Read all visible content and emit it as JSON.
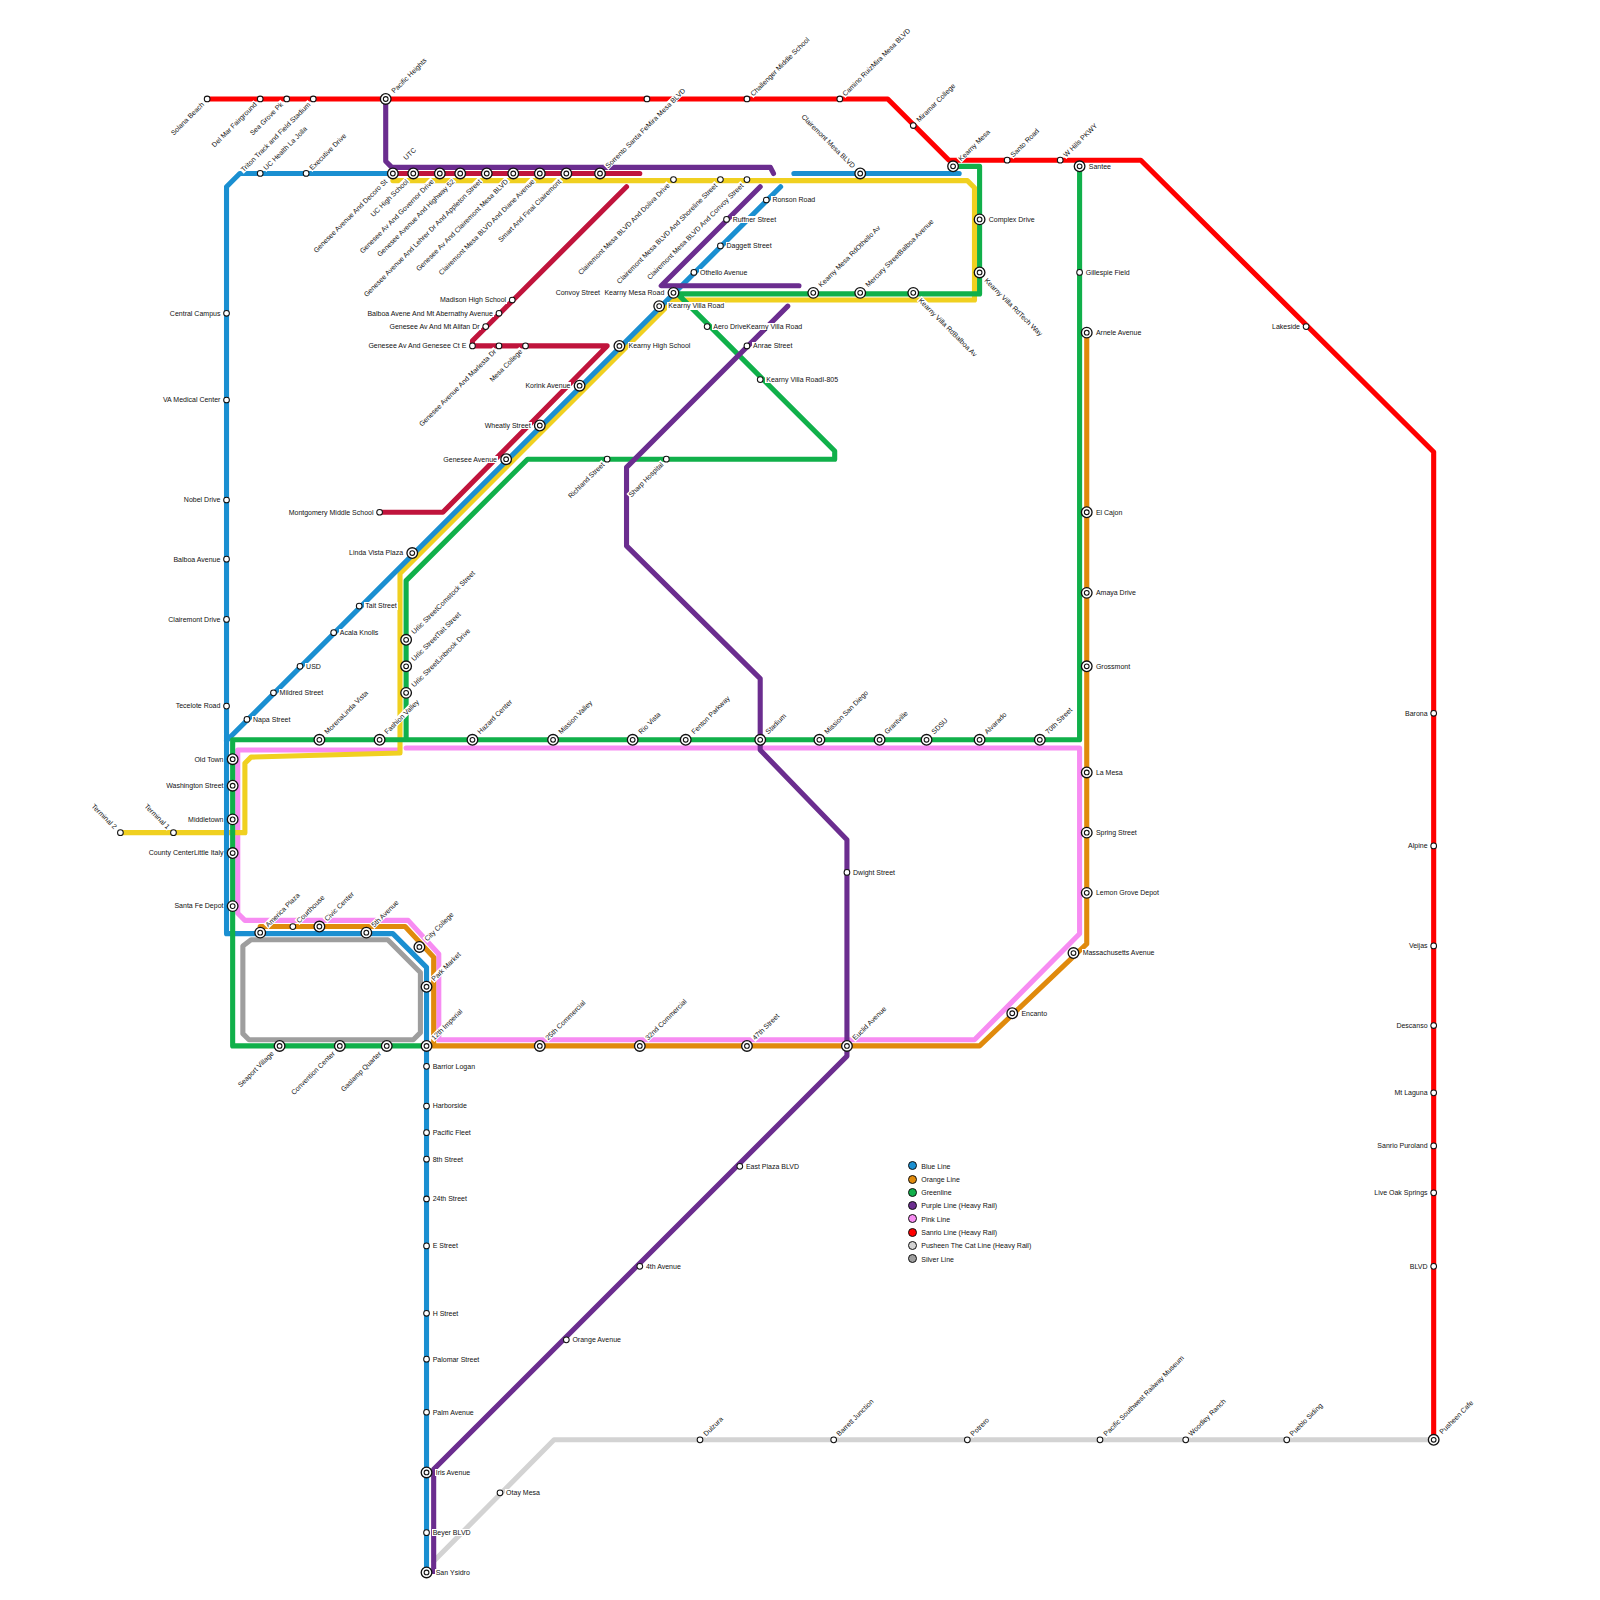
{
  "diagram": {
    "labels": [
      "Solana Beach",
      "Del Mar Fairground",
      "Sea Grove Pk",
      "Triton Track and Field Stadium",
      "Pacific Heights",
      "Challenger Middle School",
      "Camino RuizMira Mesa BLVD",
      "Miramar College",
      "Kearny Mesa",
      "Santo Road",
      "W Hills PKWY",
      "Santee",
      "Clairemont Mesa BLVD",
      "UC Health La Jolla",
      "Executive Drive",
      "UTC",
      "Genesee Avenue And Decoro St",
      "UC High School",
      "Genesee Av And Governor Drive",
      "Genesee Avenue And Highway 52",
      "Genesee Avenue And Lehrer Dr And Appleton Street",
      "Genesee Av And Clairemont Mesa BLVD",
      "Clairemont Mesa BLVD And Diane Avenue",
      "Smart And Final Clairemont",
      "Sorrento Santa FeMira Mesa BLVD",
      "Clairemont Mesa BLVD And Doliva Drive",
      "Clairemont Mesa BLVD And Shoreline Street",
      "Clairemont Mesa BLVD And Convoy Street",
      "Ronson Road",
      "Ruffner Street",
      "Complex Drive",
      "Daggett Street",
      "Othello Avenue",
      "Gillespie Field",
      "Kearny Villa RdTech Way",
      "Convoy Street",
      "Kearny Mesa Road",
      "Kearny Mesa RdOthello Av",
      "Mercury StreetBalboa Avenue",
      "Kearny Villa RdBalboa Av",
      "Madison High School",
      "Kearny Villa Road",
      "Balboa Avene And Mt Abernathy Avenue",
      "Central Campus",
      "Genesee Av And Mt Alifan Dr",
      "Aero DriveKearny Villa Road",
      "Lakeside",
      "Arnele Avenue",
      "Genesee Av And Genesee Ct E",
      "Genesee Avenue And Marlesta Dr",
      "Mesa College",
      "Kearny High School",
      "Anrae Street",
      "Kearny Villa RoadI-805",
      "Korink Avenue",
      "VA Medical Center",
      "Wheatly Street",
      "Genesee Avenue",
      "Richland Street",
      "Sharp Hospital",
      "Nobel Drive",
      "Montgomery Middle School",
      "El Cajon",
      "Linda Vista Plaza",
      "Balboa Avenue",
      "Amaya Drive",
      "Tait Street",
      "Clairemont Drive",
      "Acala Knolls",
      "Urlic StreetComstock Street",
      "Urlic StreetTait Street",
      "USD",
      "Grossmont",
      "Mildred Street",
      "Urlic StreetLinbrook Drive",
      "Tecelote Road",
      "Barona",
      "Napa Street",
      "MorenaLinda Vista",
      "Fashion Valley",
      "Hazard Center",
      "Mission Valley",
      "Rio Vista",
      "Fenton Parkway",
      "Stadium",
      "Mission San Diego",
      "Grantville",
      "SDSU",
      "Alvarado",
      "70th Street",
      "Old Town",
      "La Mesa",
      "Washington Street",
      "Middletown",
      "Terminal 2",
      "Terminal 1",
      "Spring Street",
      "Alpine",
      "County CenterLittle Italy",
      "Dwight Street",
      "Lemon Grove Depot",
      "Santa Fe Depot",
      "America Plaza",
      "Courthouse",
      "Civic Center",
      "5th Avenue",
      "Veijas",
      "City College",
      "Massachusetts Avenue",
      "Park Market",
      "Encanto",
      "Descanso",
      "Seaport Village",
      "Convention Center",
      "Gaslamp Quarter",
      "12th Imperial",
      "25th Commercial",
      "32nd Commercial",
      "47th Street",
      "Euclid Avenue",
      "Barrior Logan",
      "Mt Laguna",
      "Harborside",
      "Pacific Fleet",
      "Sanrio Puroland",
      "8th Street",
      "East Plaza BLVD",
      "Live Oak Springs",
      "24th Street",
      "E Street",
      "4th Avenue",
      "BLVD",
      "H Street",
      "Orange Avenue",
      "Palomar Street",
      "Palm Avenue",
      "Dulzura",
      "Barrett Junction",
      "Potrero",
      "Pacific Southwest Railway Museum",
      "Woodley Ranch",
      "Pueblo Siding",
      "Pusheen Cafe",
      "Iris Avenue",
      "Otay Mesa",
      "Beyer BLVD",
      "San Ysidro"
    ],
    "legend": [
      {
        "text": "Blue Line",
        "color": "#1a8fd1"
      },
      {
        "text": "Orange Line",
        "color": "#e08a0c"
      },
      {
        "text": "Greenline",
        "color": "#10b04a"
      },
      {
        "text": "Purple Line (Heavy Rail)",
        "color": "#6b2d8f"
      },
      {
        "text": "Pink Line",
        "color": "#f78cf2"
      },
      {
        "text": "Sanrio Line (Heavy Rail)",
        "color": "#ff0000"
      },
      {
        "text": "Pusheen The Cat Line (Heavy Rail)",
        "color": "#d3d3d3"
      },
      {
        "text": "Silver Line",
        "color": "#9e9e9e"
      }
    ]
  }
}
